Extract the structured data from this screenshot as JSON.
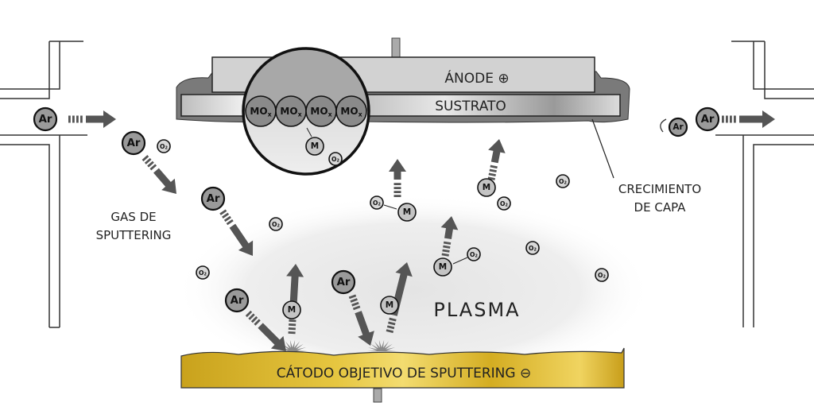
{
  "labels": {
    "anode": "ÁNODE ⊕",
    "substrate": "SUSTRATO",
    "film_growth_line1": "CRECIMIENTO",
    "film_growth_line2": "DE CAPA",
    "sputter_gas_line1": "GAS DE",
    "sputter_gas_line2": "SPUTTERING",
    "plasma": "PLASMA",
    "cathode": "CÁTODO OBJETIVO DE SPUTTERING ⊖"
  },
  "particles": {
    "argon": "Ar",
    "metal": "M",
    "oxygen": "O",
    "oxygen_sub": "2",
    "oxide": "MO",
    "oxide_sub": "x"
  },
  "colors": {
    "cathode": "#d8b52a",
    "anode": "#d2d2d2",
    "holder": "#7a7a7a",
    "arrow": "#555555",
    "argon": "#9a9a9a",
    "metal": "#c4c4c4"
  }
}
